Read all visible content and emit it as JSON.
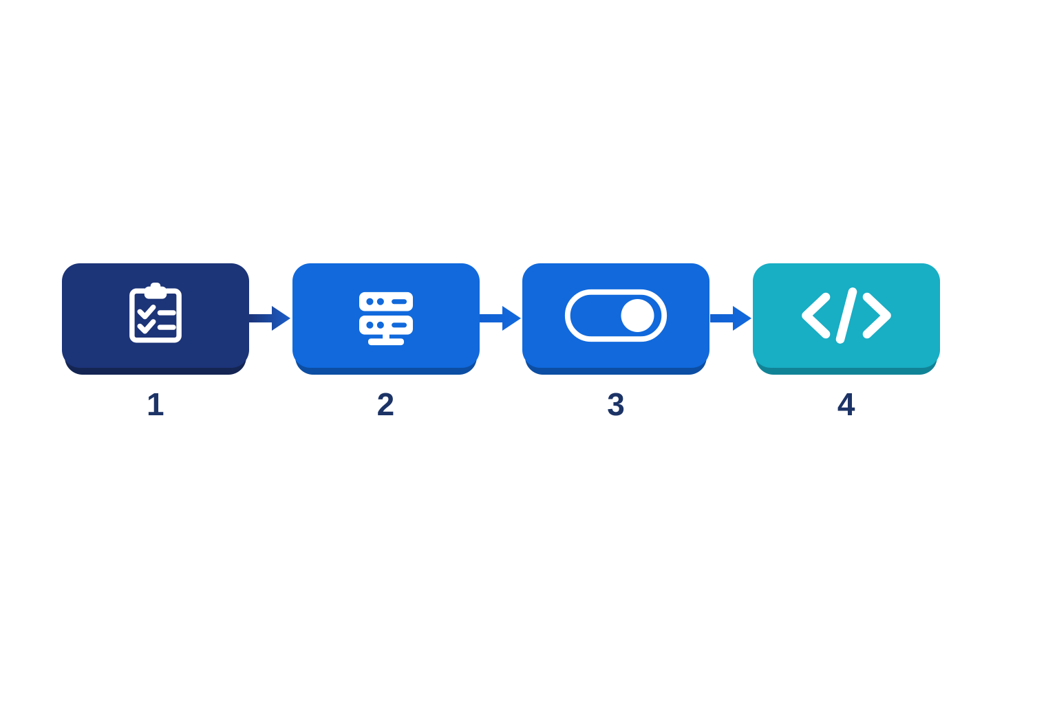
{
  "diagram": {
    "title": "Four-step process flow",
    "background_color": "#ffffff",
    "number_color": "#1c3366",
    "icon_color": "#ffffff",
    "steps": [
      {
        "number": "1",
        "icon": "clipboard-checklist-icon",
        "color": "#1c3478",
        "base_color": "#142553"
      },
      {
        "number": "2",
        "icon": "server-rack-icon",
        "color": "#1169dc",
        "base_color": "#0c4ea3"
      },
      {
        "number": "3",
        "icon": "toggle-switch-on-icon",
        "color": "#1169dc",
        "base_color": "#0c4ea3"
      },
      {
        "number": "4",
        "icon": "code-brackets-icon",
        "color": "#18aec4",
        "base_color": "#118397"
      }
    ],
    "connectors": [
      {
        "icon": "arrow-right-icon",
        "start_color": "#1c3478",
        "end_color": "#1b5ec9"
      },
      {
        "icon": "arrow-right-icon",
        "start_color": "#1360d2",
        "end_color": "#1169dc"
      },
      {
        "icon": "arrow-right-icon",
        "start_color": "#1360d2",
        "end_color": "#1169dc"
      }
    ]
  }
}
